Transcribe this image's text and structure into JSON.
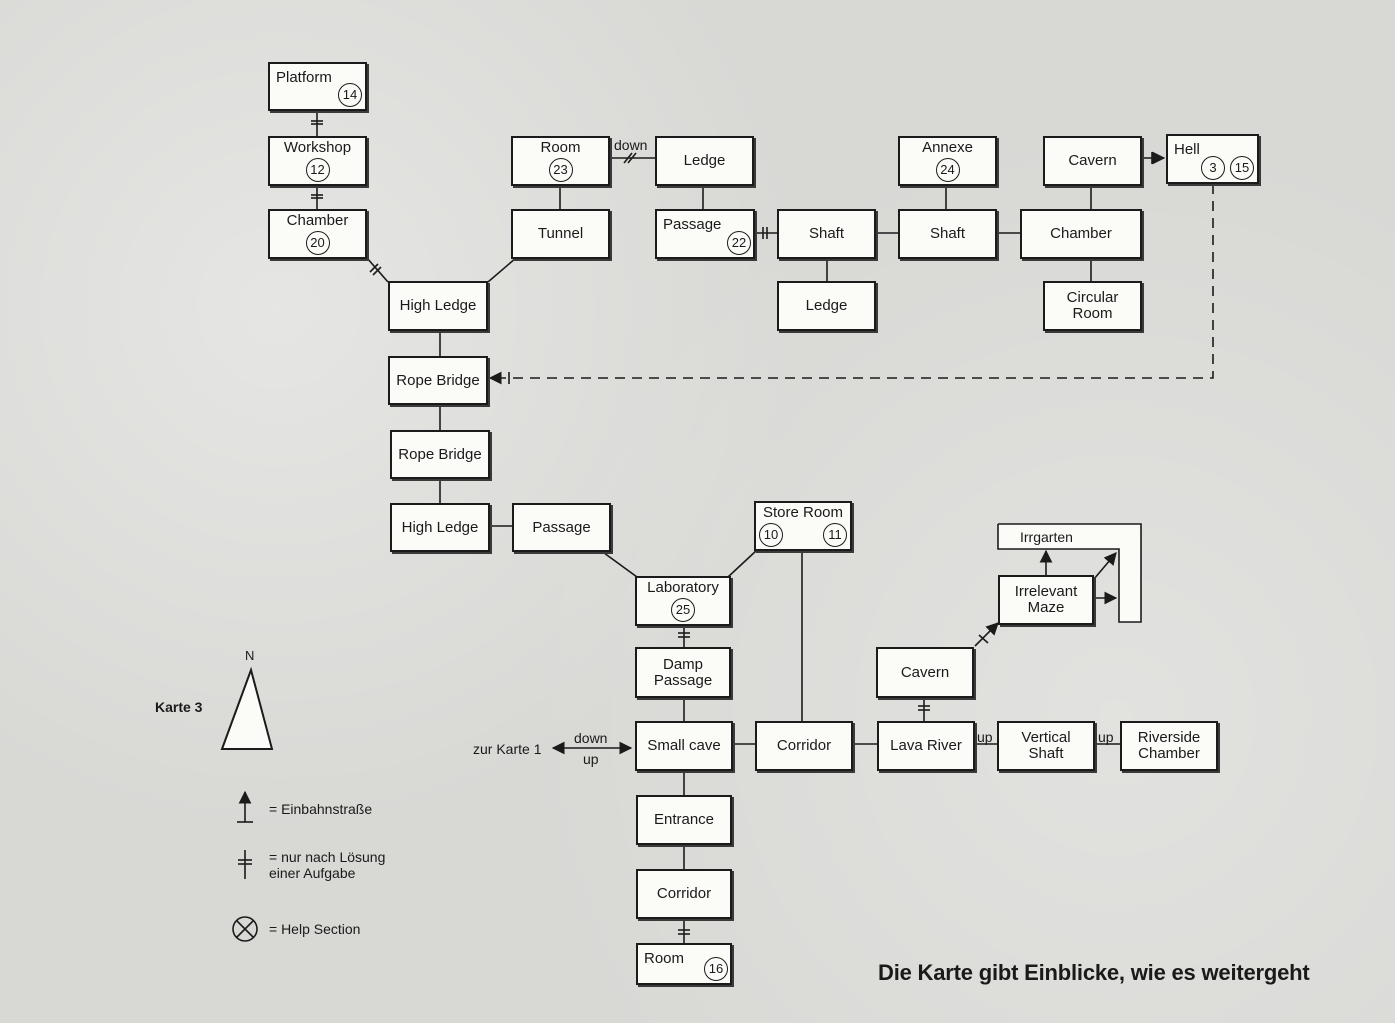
{
  "map": {
    "caption": "Die Karte gibt Einblicke, wie es weitergeht",
    "sheet_label": "Karte 3",
    "north_label": "N"
  },
  "rooms": {
    "platform": {
      "name": "Platform",
      "badges": [
        "14"
      ]
    },
    "workshop": {
      "name": "Workshop",
      "badges": [
        "12"
      ]
    },
    "chamber_20": {
      "name": "Chamber",
      "badges": [
        "20"
      ]
    },
    "room_23": {
      "name": "Room",
      "badges": [
        "23"
      ]
    },
    "tunnel": {
      "name": "Tunnel",
      "badges": []
    },
    "ledge_top": {
      "name": "Ledge",
      "badges": []
    },
    "passage_22": {
      "name": "Passage",
      "badges": [
        "22"
      ]
    },
    "shaft_1": {
      "name": "Shaft",
      "badges": []
    },
    "ledge_lower": {
      "name": "Ledge",
      "badges": []
    },
    "annexe": {
      "name": "Annexe",
      "badges": [
        "24"
      ]
    },
    "shaft_2": {
      "name": "Shaft",
      "badges": []
    },
    "cavern_top": {
      "name": "Cavern",
      "badges": []
    },
    "chamber_east": {
      "name": "Chamber",
      "badges": []
    },
    "circular_room": {
      "name": "Circular\nRoom",
      "badges": []
    },
    "hell": {
      "name": "Hell",
      "badges": [
        "3",
        "15"
      ]
    },
    "high_ledge_1": {
      "name": "High Ledge",
      "badges": []
    },
    "rope_bridge_1": {
      "name": "Rope Bridge",
      "badges": []
    },
    "rope_bridge_2": {
      "name": "Rope Bridge",
      "badges": []
    },
    "high_ledge_2": {
      "name": "High Ledge",
      "badges": []
    },
    "passage_mid": {
      "name": "Passage",
      "badges": []
    },
    "store_room": {
      "name": "Store Room",
      "badges": [
        "10",
        "11"
      ]
    },
    "laboratory": {
      "name": "Laboratory",
      "badges": [
        "25"
      ]
    },
    "damp_passage": {
      "name": "Damp\nPassage",
      "badges": []
    },
    "small_cave": {
      "name": "Small cave",
      "badges": []
    },
    "corridor_mid": {
      "name": "Corridor",
      "badges": []
    },
    "entrance": {
      "name": "Entrance",
      "badges": []
    },
    "corridor_low": {
      "name": "Corridor",
      "badges": []
    },
    "room_16": {
      "name": "Room",
      "badges": [
        "16"
      ]
    },
    "lava_river": {
      "name": "Lava River",
      "badges": []
    },
    "cavern_low": {
      "name": "Cavern",
      "badges": []
    },
    "vertical_shaft": {
      "name": "Vertical\nShaft",
      "badges": []
    },
    "riverside_chamber": {
      "name": "Riverside\nChamber",
      "badges": []
    },
    "irrelevant_maze": {
      "name": "Irrelevant\nMaze",
      "badges": []
    },
    "irrgarten": {
      "name": "Irrgarten",
      "badges": []
    }
  },
  "connection_labels": {
    "down_room_ledge": "down",
    "to_sheet_1": "zur Karte 1",
    "down_small_cave": "down",
    "up_small_cave": "up",
    "up_lava_vertical": "up",
    "up_vertical_riverside": "up"
  },
  "legend": {
    "one_way": "= Einbahnstraße",
    "after_solution": "= nur nach Lösung\neiner Aufgabe",
    "help_section": "= Help Section"
  },
  "colors": {
    "ink": "#1b1b1b",
    "paper": "#d8d8d5",
    "box": "#fbfbf8"
  }
}
